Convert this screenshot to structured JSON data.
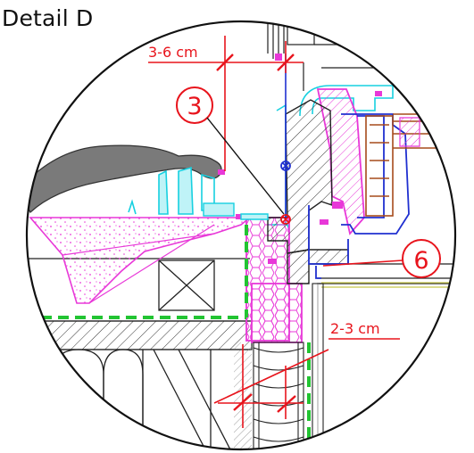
{
  "title": "Detail D",
  "dimensions": {
    "top": "3-6 cm",
    "right": "2-3 cm"
  },
  "callouts": {
    "left": "3",
    "right": "6"
  },
  "colors": {
    "dimension_red": "#e8141c",
    "insulation_magenta": "#e838d8",
    "membrane_cyan": "#17d0e0",
    "frame_blue": "#2030d0",
    "seal_green": "#22c432",
    "gutter_gray": "#7a7a7a"
  }
}
